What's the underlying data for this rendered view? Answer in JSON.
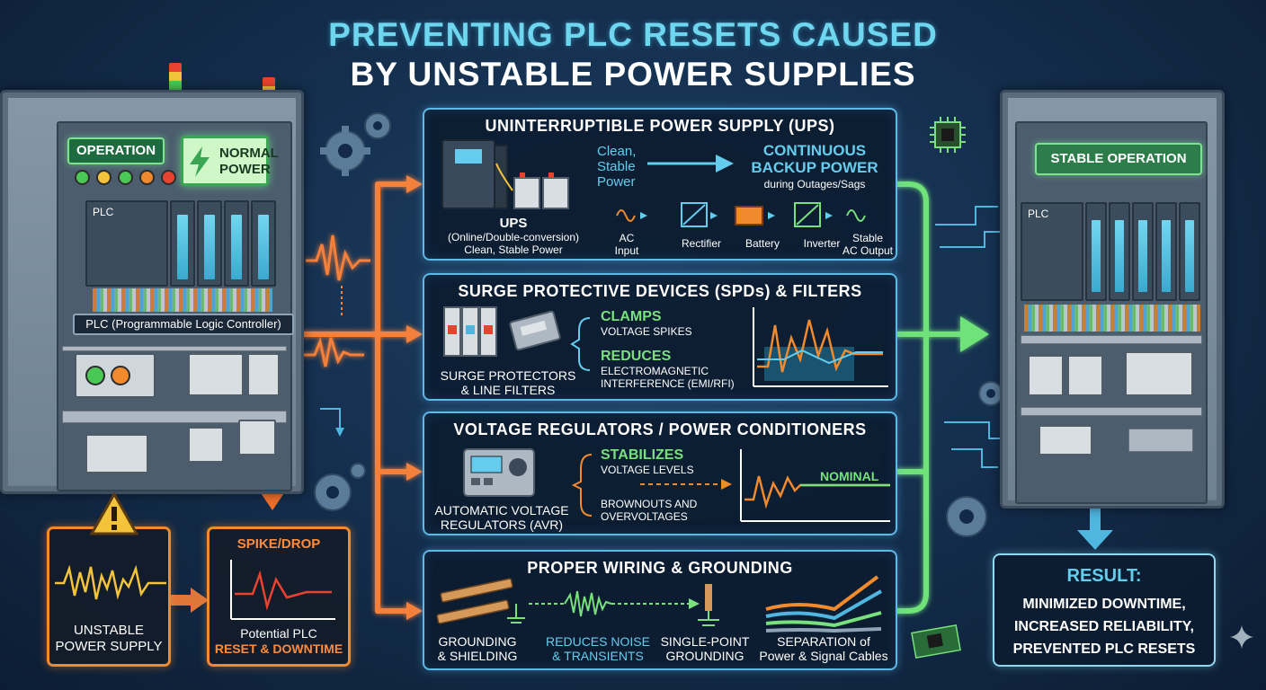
{
  "title": {
    "line1": "PREVENTING PLC RESETS CAUSED",
    "line2": "BY UNSTABLE POWER SUPPLIES"
  },
  "left_cabinet": {
    "operation_label": "OPERATION",
    "normal_power_line1": "NORMAL",
    "normal_power_line2": "POWER",
    "module_label": "PLC",
    "plc_label": "PLC (Programmable Logic Controller)"
  },
  "problem": {
    "unstable_line1": "UNSTABLE",
    "unstable_line2": "POWER SUPPLY",
    "spike_label": "SPIKE/DROP",
    "potential_line1": "Potential PLC",
    "potential_line2": "RESET & DOWNTIME"
  },
  "ups": {
    "title": "UNINTERRUPTIBLE POWER SUPPLY (UPS)",
    "clean_line1": "Clean,",
    "clean_line2": "Stable",
    "clean_line3": "Power",
    "backup_line1": "CONTINUOUS",
    "backup_line2": "BACKUP POWER",
    "backup_line3": "during Outages/Sags",
    "ups_label": "UPS",
    "ups_desc1": "(Online/Double-conversion)",
    "ups_desc2": "Clean, Stable Power",
    "chain": [
      {
        "line1": "AC",
        "line2": "Input"
      },
      {
        "line1": "Rectifier",
        "line2": ""
      },
      {
        "line1": "Battery",
        "line2": ""
      },
      {
        "line1": "Inverter",
        "line2": ""
      },
      {
        "line1": "Stable",
        "line2": "AC Output"
      }
    ]
  },
  "spd": {
    "title": "SURGE PROTECTIVE DEVICES (SPDs) & FILTERS",
    "device_line1": "SURGE PROTECTORS",
    "device_line2": "& LINE FILTERS",
    "clamps": "CLAMPS",
    "clamps_desc": "VOLTAGE SPIKES",
    "reduces": "REDUCES",
    "reduces_desc1": "ELECTROMAGNETIC",
    "reduces_desc2": "INTERFERENCE (EMI/RFI)"
  },
  "avr": {
    "title": "VOLTAGE REGULATORS / POWER CONDITIONERS",
    "device_line1": "AUTOMATIC VOLTAGE",
    "device_line2": "REGULATORS (AVR)",
    "stabilizes": "STABILIZES",
    "stabilizes_desc": "VOLTAGE LEVELS",
    "brownouts_line1": "BROWNOUTS AND",
    "brownouts_line2": "OVERVOLTAGES",
    "nominal": "NOMINAL"
  },
  "wiring": {
    "title": "PROPER WIRING & GROUNDING",
    "items": [
      {
        "line1": "GROUNDING",
        "line2": "& SHIELDING"
      },
      {
        "line1": "REDUCES NOISE",
        "line2": "& TRANSIENTS"
      },
      {
        "line1": "SINGLE-POINT",
        "line2": "GROUNDING"
      },
      {
        "line1": "SEPARATION of",
        "line2": "Power & Signal Cables"
      }
    ]
  },
  "right_cabinet": {
    "stable_label": "STABLE OPERATION",
    "module_label": "PLC"
  },
  "result": {
    "heading": "RESULT:",
    "line1": "MINIMIZED DOWNTIME,",
    "line2": "INCREASED RELIABILITY,",
    "line3": "PREVENTED PLC RESETS"
  },
  "colors": {
    "cyan": "#64cdee",
    "green": "#78e07c",
    "orange": "#ff8b3c",
    "panel_border": "#5fb8e6"
  }
}
